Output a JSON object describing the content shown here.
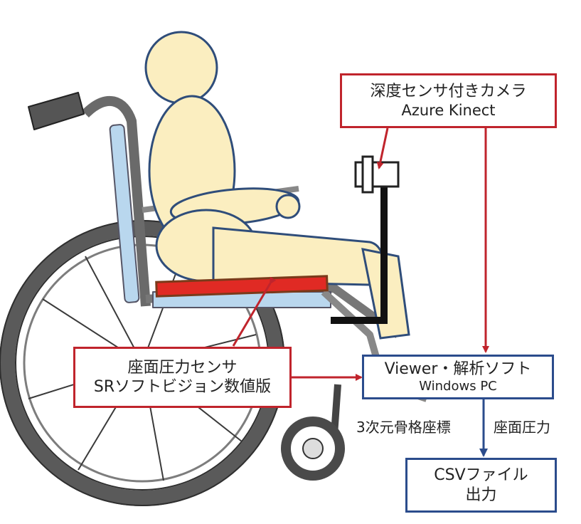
{
  "camera": {
    "title": "深度センサ付きカメラ",
    "model": "Azure Kinect"
  },
  "sensor": {
    "title": "座面圧力センサ",
    "model": "SRソフトビジョン数値版"
  },
  "viewer": {
    "title": "Viewer・解析ソフト",
    "platform": "Windows PC"
  },
  "output": {
    "line1": "CSVファイル",
    "line2": "出力"
  },
  "flows": {
    "skeleton": "3次元骨格座標",
    "pressure": "座面圧力"
  },
  "colors": {
    "red_border": "#c0242c",
    "blue_border": "#2b4c8c",
    "skin": "#fbeec0",
    "frame_blue": "#b9d7ee",
    "pressure_pad": "#e02a24",
    "tire": "#5a5a5a"
  }
}
